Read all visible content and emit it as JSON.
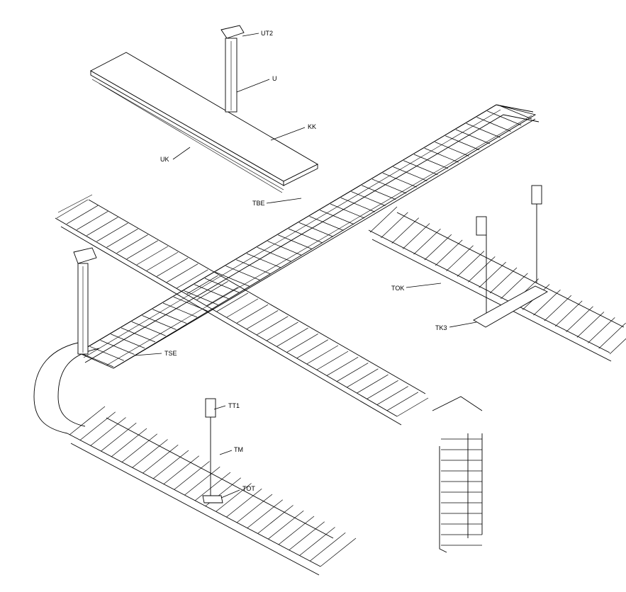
{
  "labels": {
    "ut2": "UT2",
    "u": "U",
    "kk": "KK",
    "uk": "UK",
    "tbe": "TBE",
    "tok": "TOK",
    "tk3": "TK3",
    "tse": "TSE",
    "tt1": "TT1",
    "tm": "TM",
    "tot": "TOT"
  }
}
